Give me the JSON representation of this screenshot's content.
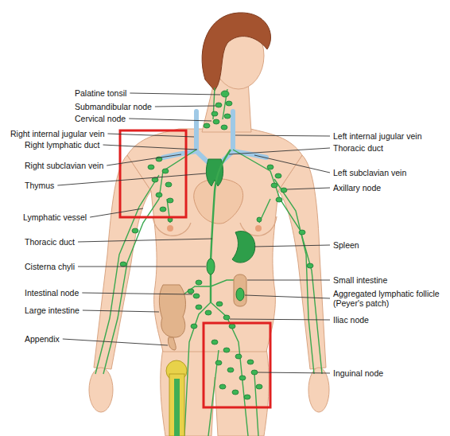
{
  "diagram": {
    "labels": [
      "Palatine tonsil",
      "Submandibular node",
      "Cervical node",
      "Right internal jugular vein",
      "Right lymphatic duct",
      "Right subclavian vein",
      "Thymus",
      "Lymphatic vessel",
      "Thoracic duct",
      "Cisterna chyli",
      "Intestinal node",
      "Large intestine",
      "Appendix",
      "Left internal jugular vein",
      "Thoracic duct",
      "Left subclavian vein",
      "Axillary node",
      "Spleen",
      "Small intestine",
      "Aggregated lymphatic follicle (Peyer's patch)",
      "Iliac node",
      "Inguinal node"
    ]
  }
}
